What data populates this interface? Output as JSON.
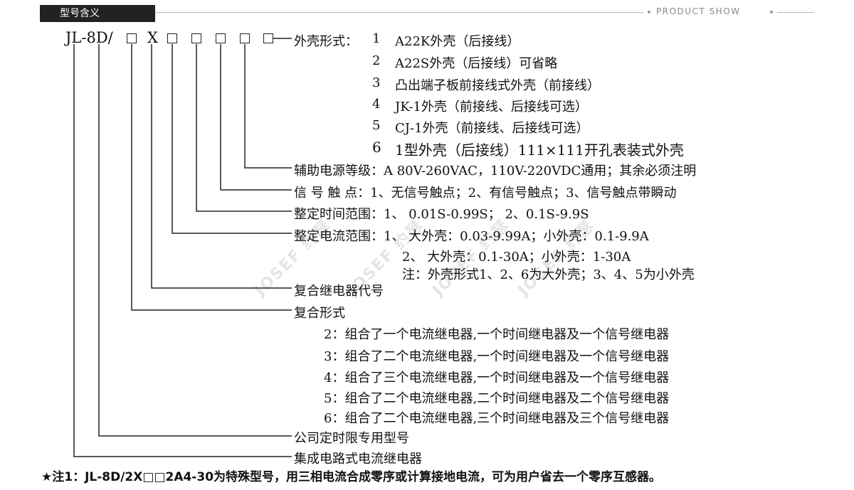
{
  "header": {
    "tab_label": "型号含义",
    "right_label": "PRODUCT SHOW"
  },
  "model": {
    "prefix": "JL-8D/",
    "x_char": "X"
  },
  "shell": {
    "label": "外壳形式：",
    "items": [
      {
        "num": "1",
        "text": "A22K外壳（后接线）"
      },
      {
        "num": "2",
        "text": "A22S外壳（后接线）可省略"
      },
      {
        "num": "3",
        "text": "凸出端子板前接线式外壳（前接线）"
      },
      {
        "num": "4",
        "text": "JK-1外壳（前接线、后接线可选）"
      },
      {
        "num": "5",
        "text": "CJ-1外壳（前接线、后接线可选）"
      },
      {
        "num": "6",
        "text": "1型外壳（后接线）111×111开孔表装式外壳"
      }
    ]
  },
  "aux_power": "辅助电源等级：A 80V-260VAC，110V-220VDC通用；其余必须注明",
  "signal_contact": "信 号 触 点：1、无信号触点；2、有信号触点；3、信号触点带瞬动",
  "time_range": "整定时间范围：1、 0.01S-0.99S； 2、0.1S-9.9S",
  "current_range": {
    "line1": "整定电流范围：1、  大外壳：0.03-9.99A；小外壳：0.1-9.9A",
    "line2": "2、  大外壳：0.1-30A；小外壳：1-30A",
    "line3": "注：外壳形式1、2、6为大外壳；3、4、5为小外壳"
  },
  "composite_code": "复合继电器代号",
  "composite_form": {
    "label": "复合形式",
    "items": [
      "2：组合了一个电流继电器,一个时间继电器及一个信号继电器",
      "3：组合了二个电流继电器,一个时间继电器及一个信号继电器",
      "4：组合了三个电流继电器,一个时间继电器及一个信号继电器",
      "5：组合了二个电流继电器,二个时间继电器及二个信号继电器",
      "6：组合了二个电流继电器,三个时间继电器及三个信号继电器"
    ]
  },
  "company_model": "公司定时限专用型号",
  "product_name": "集成电路式电流继电器",
  "footnote": "★注1：JL-8D/2X□□2A4-30为特殊型号，用三相电流合成零序或计算接地电流，可为用户省去一个零序互感器。",
  "watermark": "JOSEF 约瑟",
  "colors": {
    "text": "#111111",
    "header_bg": "#222222",
    "header_rule": "#bbbbbb"
  }
}
